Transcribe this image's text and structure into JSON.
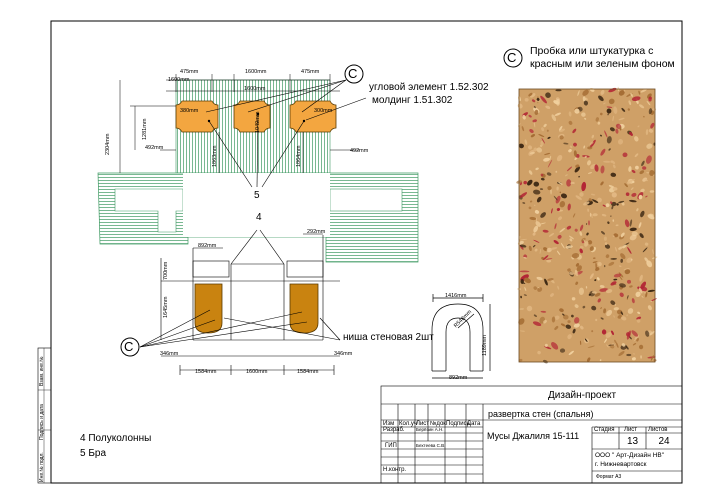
{
  "colors": {
    "hatch_green": "#3f9a63",
    "orange": "#f3a640",
    "dark_orange": "#c98310",
    "line": "#000000",
    "cork_base": "#cfa067",
    "cork_red": "#b22434",
    "cork_dark": "#3b2713"
  },
  "legend": {
    "marker": "C",
    "text": "Пробка или штукатурка с красным или зеленым фоном"
  },
  "labels": {
    "corner_element": "угловой элемент 1.52.302",
    "molding": "молдинг 1.51.302",
    "five": "5",
    "four": "4",
    "niche": "ниша стеновая 2шт",
    "marker_c": "C"
  },
  "dims": {
    "d475a": "475mm",
    "d1600a": "1600mm",
    "d475b": "475mm",
    "d1600b": "1600mm",
    "d1600c": "1600mm",
    "d2304": "2304mm",
    "d1281": "1281mm",
    "d492a": "492mm",
    "d492b": "492mm",
    "d380a": "380mm",
    "d380b": "300mm",
    "d1049": "1049mm",
    "d1863": "1863mm",
    "d1864": "1864mm",
    "d892a": "892mm",
    "d292": "292mm",
    "d700": "700mm",
    "d1645": "1645mm",
    "d346a": "346mm",
    "d346b": "346mm",
    "d1584a": "1584mm",
    "d1600d": "1600mm",
    "d1584b": "1584mm",
    "d1416": "1416mm",
    "r548": "R548mm",
    "d1189": "1189mm",
    "d892b": "892mm"
  },
  "notes": {
    "line1": "4 Полуколонны",
    "line2": "5 Бра"
  },
  "side_stamp": {
    "f1": "Инв.№ подл.",
    "f2": "Подпись и дата",
    "f3": "Взам. инв.№"
  },
  "title_block": {
    "project": "Дизайн-проект",
    "drawing": "развертка стен (спальня)",
    "client": "Мусы Джалиля 15-111",
    "headers": [
      "Изм",
      "Кол.уч",
      "Лист",
      "№док",
      "Подпись",
      "Дата"
    ],
    "role_dev": "Разраб.",
    "dev_name": "Берёзин А.Н.",
    "role_gip": "ГИП",
    "gip_name": "Бехтеева С.В.",
    "role_nk": "Н.контр.",
    "stage_label": "Стадия",
    "sheet_label": "Лист",
    "sheets_label": "Листов",
    "sheet_num": "13",
    "sheets_total": "24",
    "company": "ООО \" Арт-Дизайн НВ\"",
    "city": "г. Нижневартовск",
    "format": "Формат А3"
  }
}
